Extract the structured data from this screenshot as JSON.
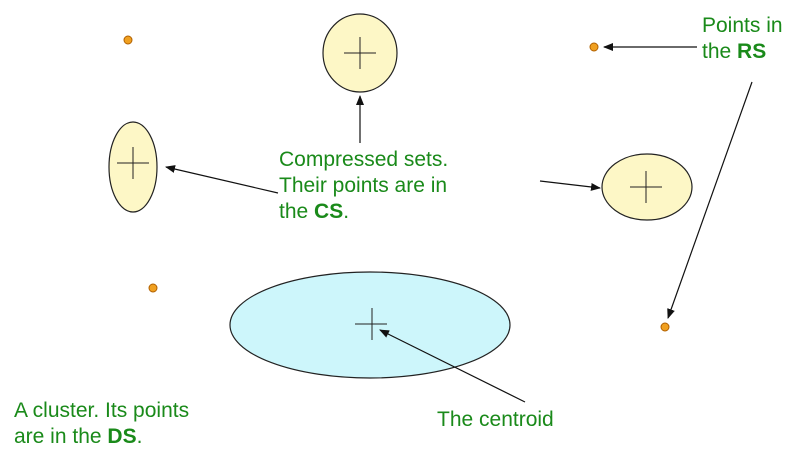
{
  "colors": {
    "label_green": "#1a8a1a",
    "point_fill": "#f0a020",
    "point_stroke": "#b06000",
    "compressed_fill": "#fdf7c6",
    "cluster_fill": "#cdf6fb",
    "outline": "#222222"
  },
  "labels": {
    "points_rs": {
      "line1": "Points in",
      "line2_prefix": "the ",
      "line2_bold": "RS"
    },
    "compressed": {
      "line1": "Compressed sets.",
      "line2": "Their points are in",
      "line3_prefix": "the ",
      "line3_bold": "CS",
      "line3_suffix": "."
    },
    "cluster": {
      "line1": "A cluster.  Its points",
      "line2_prefix": "are in the ",
      "line2_bold": "DS",
      "line2_suffix": "."
    },
    "centroid": "The centroid"
  }
}
